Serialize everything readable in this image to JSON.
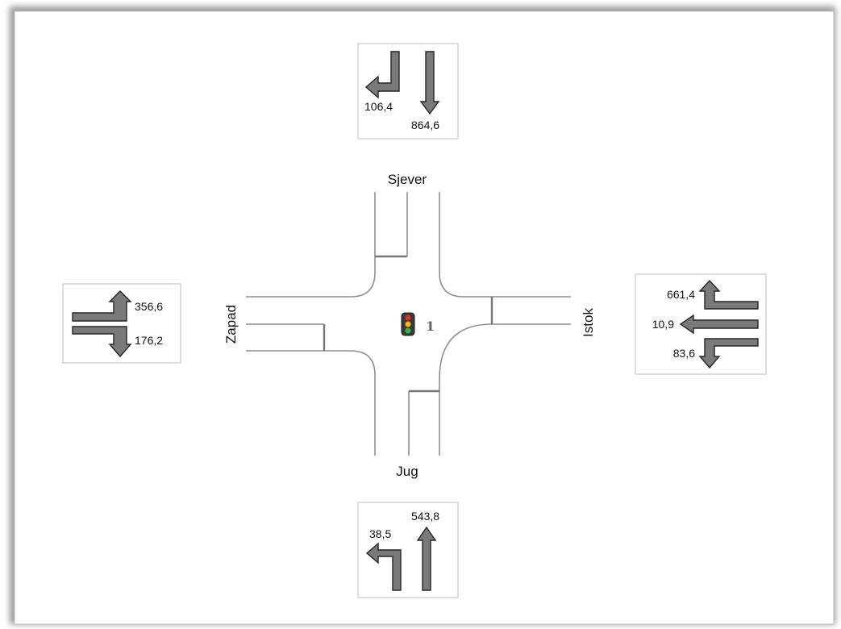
{
  "approaches": {
    "north": {
      "name": "Sjever",
      "left": "106,4",
      "through": "864,6"
    },
    "south": {
      "name": "Jug",
      "left": "38,5",
      "through": "543,8"
    },
    "west": {
      "name": "Zapad",
      "left": "356,6",
      "right": "176,2"
    },
    "east": {
      "name": "Istok",
      "right": "661,4",
      "through": "10,9",
      "left": "83,6"
    }
  },
  "signal": {
    "id": "1",
    "icon": "traffic-light-icon"
  },
  "colors": {
    "arrow_fill": "#7a7a7a",
    "road": "#8f8f8f",
    "box_border": "#c8c8c8"
  }
}
